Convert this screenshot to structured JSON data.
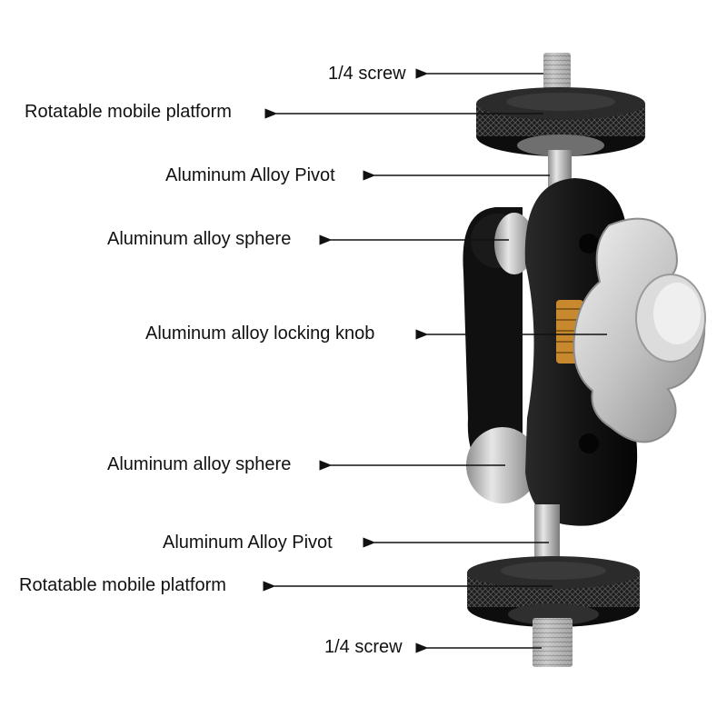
{
  "labels": {
    "top_screw": "1/4 screw",
    "top_platform": "Rotatable mobile platform",
    "top_pivot": "Aluminum Alloy Pivot",
    "top_sphere": "Aluminum alloy sphere",
    "locking_knob": "Aluminum alloy locking knob",
    "bottom_sphere": "Aluminum alloy sphere",
    "bottom_pivot": "Aluminum Alloy Pivot",
    "bottom_platform": "Rotatable mobile platform",
    "bottom_screw": "1/4 screw"
  },
  "colors": {
    "text": "#111111",
    "arrow": "#111111",
    "arm": "#141414",
    "knurl": "#1c1c1c",
    "metal": "#c9c9c9",
    "brass": "#c8892e",
    "background": "#ffffff"
  }
}
